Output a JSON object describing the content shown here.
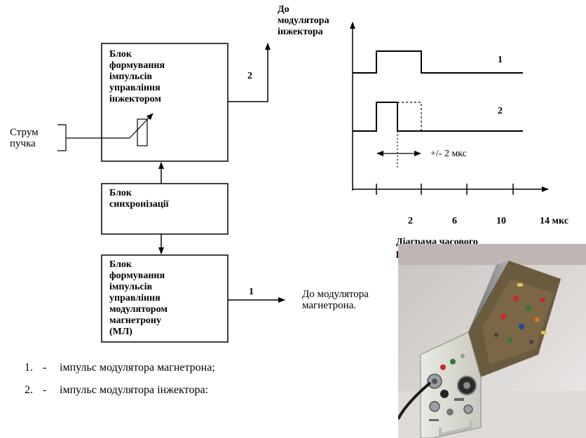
{
  "blocks": {
    "injector_block": "Блок\nформування\nімпульсів\nуправління\nінжектором",
    "sync_block": "Блок\nсинхронізації",
    "magnetron_block": "Блок\nформування\nімпульсів\nуправління\nмодулятором\nмагнетрону\n(МЛ)"
  },
  "labels": {
    "to_injector_modulator": "До\nмодулятора\nінжектора",
    "beam_current": "Струм\nпучка",
    "output_2": "2",
    "output_1": "1",
    "to_magnetron_modulator": "До модулятора\nмагнетрона."
  },
  "timing_diagram": {
    "signal_1_label": "1",
    "signal_2_label": "2",
    "shift_label": "+/- 2 мкс",
    "tick_labels": [
      "2",
      "6",
      "10",
      "14 мкс"
    ],
    "caption": "Діаграма  часового\nрозподілу імпульсів"
  },
  "legend": [
    {
      "number": "1.",
      "dash": "-",
      "text": "імпульс модулятора магнетрона;"
    },
    {
      "number": "2.",
      "dash": "-",
      "text": "імпульс модулятора інжектора:"
    }
  ],
  "photo": {
    "subject": "electronic-module-photo"
  }
}
